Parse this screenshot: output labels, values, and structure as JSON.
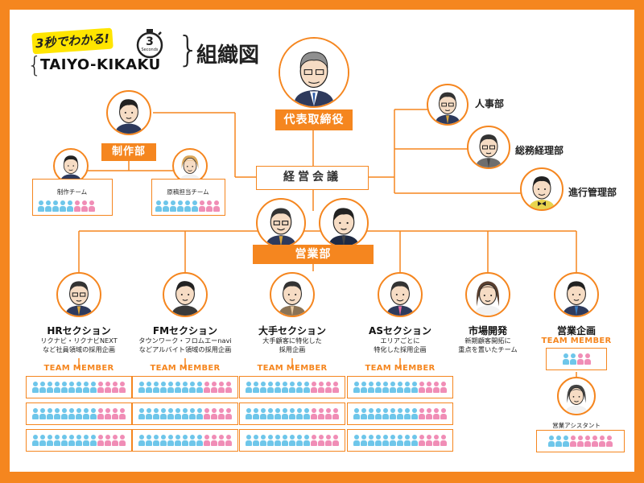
{
  "header": {
    "badge_text": "3秒でわかる!",
    "company": "TAIYO-KIKAKU",
    "timer_number": "3",
    "timer_unit": "Seconds",
    "title": "組織図"
  },
  "ceo": {
    "label": "代表取締役",
    "icon": "executive-man-icon"
  },
  "management_meeting": {
    "label": "経営会議"
  },
  "right_depts": [
    {
      "label": "人事部",
      "icon": "man-with-glasses-icon"
    },
    {
      "label": "総務経理部",
      "icon": "man-with-glasses-icon"
    },
    {
      "label": "進行管理部",
      "icon": "man-with-bowtie-icon"
    }
  ],
  "production": {
    "label": "制作部",
    "teams": [
      {
        "label": "制作チーム",
        "member_colors": [
          "b",
          "b",
          "b",
          "b",
          "b",
          "k",
          "k",
          "k"
        ]
      },
      {
        "label": "原稿担当チーム",
        "member_colors": [
          "b",
          "b",
          "b",
          "b",
          "b",
          "b",
          "k",
          "k",
          "k"
        ]
      }
    ]
  },
  "sales": {
    "label": "営業部"
  },
  "sections": [
    {
      "title": "HRセクション",
      "desc": "リクナビ・リクナビNEXT\nなど社員領域の採用企画",
      "team_label": "TEAM MEMBER",
      "rows": [
        [
          "b",
          "b",
          "b",
          "b",
          "b",
          "b",
          "b",
          "b",
          "b",
          "k",
          "k",
          "k",
          "k"
        ],
        [
          "b",
          "b",
          "b",
          "b",
          "b",
          "b",
          "b",
          "b",
          "b",
          "k",
          "k",
          "k",
          "k"
        ],
        [
          "b",
          "b",
          "b",
          "b",
          "b",
          "b",
          "b",
          "b",
          "b",
          "k",
          "k",
          "k",
          "k"
        ]
      ]
    },
    {
      "title": "FMセクション",
      "desc": "タウンワーク・フロムエーnavi\nなどアルバイト領域の採用企画",
      "team_label": "TEAM MEMBER",
      "rows": [
        [
          "b",
          "b",
          "b",
          "b",
          "b",
          "b",
          "b",
          "b",
          "b",
          "k",
          "k",
          "k",
          "k"
        ],
        [
          "b",
          "b",
          "b",
          "b",
          "b",
          "b",
          "b",
          "b",
          "b",
          "k",
          "k",
          "k",
          "k"
        ],
        [
          "b",
          "b",
          "b",
          "b",
          "b",
          "b",
          "b",
          "b",
          "b",
          "k",
          "k",
          "k",
          "k"
        ]
      ]
    },
    {
      "title": "大手セクション",
      "desc": "大手顧客に特化した\n採用企画",
      "team_label": "TEAM MEMBER",
      "rows": [
        [
          "b",
          "b",
          "b",
          "b",
          "b",
          "b",
          "b",
          "b",
          "b",
          "k",
          "k",
          "k",
          "k"
        ],
        [
          "b",
          "b",
          "b",
          "b",
          "b",
          "b",
          "b",
          "b",
          "b",
          "k",
          "k",
          "k",
          "k"
        ],
        [
          "b",
          "b",
          "b",
          "b",
          "b",
          "b",
          "b",
          "b",
          "b",
          "k",
          "k",
          "k",
          "k"
        ]
      ]
    },
    {
      "title": "ASセクション",
      "desc": "エリアごとに\n特化した採用企画",
      "team_label": "TEAM MEMBER",
      "rows": [
        [
          "b",
          "b",
          "b",
          "b",
          "b",
          "b",
          "b",
          "b",
          "b",
          "k",
          "k",
          "k",
          "k"
        ],
        [
          "b",
          "b",
          "b",
          "b",
          "b",
          "b",
          "b",
          "b",
          "b",
          "k",
          "k",
          "k",
          "k"
        ],
        [
          "b",
          "b",
          "b",
          "b",
          "b",
          "b",
          "b",
          "b",
          "b",
          "k",
          "k",
          "k",
          "k"
        ]
      ]
    },
    {
      "title": "市場開発",
      "desc": "新期顧客開拓に\n重点を置いたチーム",
      "team_label": "",
      "rows": []
    },
    {
      "title": "営業企画",
      "desc": "",
      "team_label": "TEAM MEMBER",
      "rows": [
        [
          "b",
          "b",
          "k",
          "k"
        ]
      ]
    }
  ],
  "sales_assistant": {
    "label": "営業アシスタント",
    "rows": [
      [
        "b",
        "b",
        "b",
        "k",
        "k",
        "k",
        "k",
        "k",
        "k"
      ]
    ]
  },
  "colors": {
    "accent": "#F5861F",
    "member_blue": "#6EC6EA",
    "member_pink": "#F08DB6"
  }
}
